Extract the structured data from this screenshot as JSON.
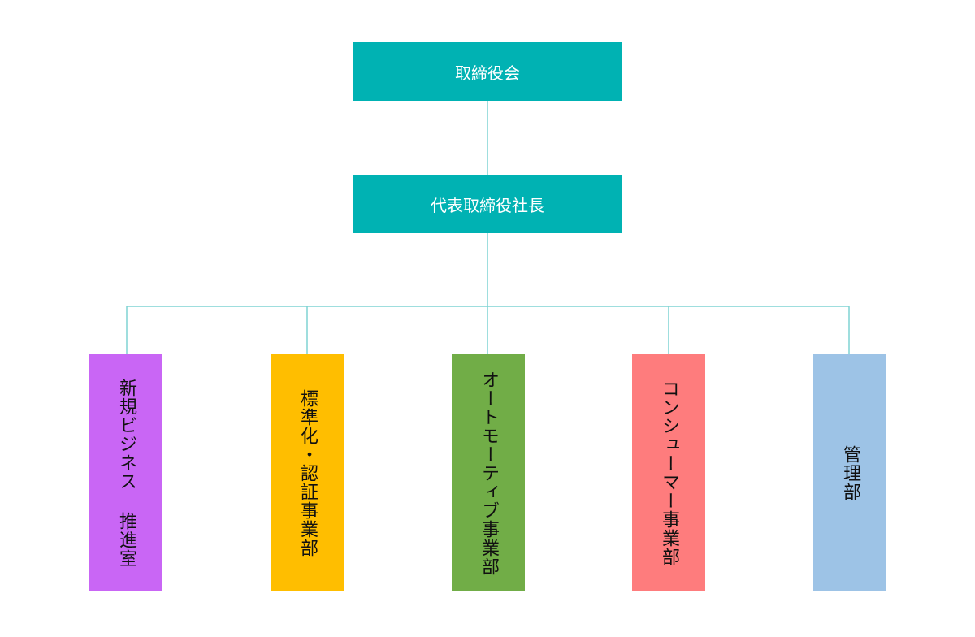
{
  "board": {
    "label": "取締役会",
    "color": "#00b2b3"
  },
  "ceo": {
    "label": "代表取締役社長",
    "color": "#00b2b3"
  },
  "connector_color": "#7fd3d3",
  "departments": [
    {
      "label": "新規ビジネス 推進室",
      "color": "#c966f5"
    },
    {
      "label": "標準化・認証事業部",
      "color": "#ffbe00"
    },
    {
      "label": "オートモーティブ事業部",
      "color": "#71ad47"
    },
    {
      "label": "コンシューマー事業部",
      "color": "#fe7c7d"
    },
    {
      "label": "管理部",
      "color": "#9dc3e6"
    }
  ]
}
